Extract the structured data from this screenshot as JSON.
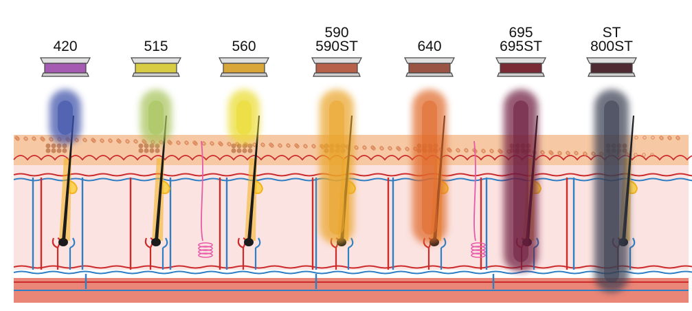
{
  "filters": [
    {
      "lines": [
        "420"
      ],
      "filter_color": "#a65bb3",
      "beam_color": "#3a4fa8",
      "beam_depth": "shallow"
    },
    {
      "lines": [
        "515"
      ],
      "filter_color": "#d9cc45",
      "beam_color": "#a7c35a",
      "beam_depth": "shallow"
    },
    {
      "lines": [
        "560"
      ],
      "filter_color": "#d9a63a",
      "beam_color": "#eadb2e",
      "beam_depth": "shallow"
    },
    {
      "lines": [
        "590",
        "590ST"
      ],
      "filter_color": "#b8614a",
      "beam_color": "#eaa52b",
      "beam_depth": "medium"
    },
    {
      "lines": [
        "640"
      ],
      "filter_color": "#9a5444",
      "beam_color": "#e06a2c",
      "beam_depth": "medium"
    },
    {
      "lines": [
        "695",
        "695ST"
      ],
      "filter_color": "#7a2a34",
      "beam_color": "#6e1f3f",
      "beam_depth": "deep"
    },
    {
      "lines": [
        "ST",
        "800ST"
      ],
      "filter_color": "#4f2a33",
      "beam_color": "#3a4052",
      "beam_depth": "deep"
    }
  ],
  "colors": {
    "epidermis": "#f6c9a4",
    "dermis": "#fbe3e1",
    "artery": "#cc2b2b",
    "vein": "#2f7fc4",
    "hair": "#1b1b1b",
    "gland": "#f2b21c",
    "nerve": "#e85aa8",
    "fat_layer": "#ea8677"
  }
}
